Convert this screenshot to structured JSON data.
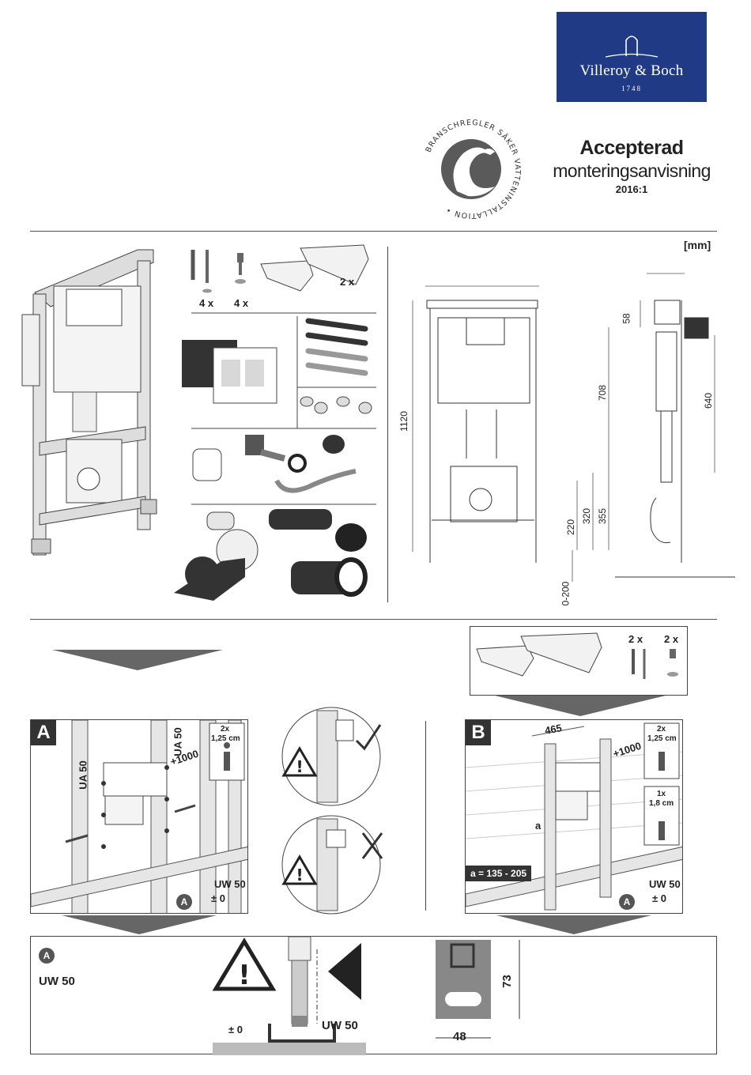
{
  "brand": {
    "name": "Villeroy & Boch",
    "year": "1748",
    "color": "#213a86"
  },
  "seal": {
    "text": "BRANSCHREGLER SÄKER VATTENINSTALLATION •"
  },
  "approval": {
    "title": "Accepterad",
    "subtitle": "monteringsanvisning",
    "version": "2016:1"
  },
  "units": "[mm]",
  "parts": {
    "screws_qty": "4 x",
    "bolts_qty": "4 x",
    "brackets_qty": "2 x"
  },
  "dimensions": {
    "total_height": "1120",
    "frame_upper": "708",
    "right_upper": "58",
    "right_middle": "640",
    "d355": "355",
    "d320": "320",
    "d220": "220",
    "adjust": "0-200"
  },
  "bracket_kit": {
    "screws_qty": "2 x",
    "bolts_qty": "2 x"
  },
  "panel_a": {
    "badge": "A",
    "profile_left": "UA 50",
    "profile_right": "UA 50",
    "height_mark": "+1000",
    "floor_profile": "UW 50",
    "zero": "± 0",
    "callout": "A",
    "info_qty": "2x",
    "info_size": "1,25 cm"
  },
  "panel_b": {
    "badge": "B",
    "width": "465",
    "height_mark": "+1000",
    "dim_label": "a",
    "a_range": "a = 135 - 205",
    "floor_profile": "UW 50",
    "zero": "± 0",
    "callout": "A",
    "info1_qty": "2x",
    "info1_size": "1,25 cm",
    "info2_qty": "1x",
    "info2_size": "1,8 cm"
  },
  "detail": {
    "callout": "A",
    "title": "UW 50",
    "zero": "± 0",
    "profile": "UW 50",
    "height": "73",
    "width": "48"
  }
}
